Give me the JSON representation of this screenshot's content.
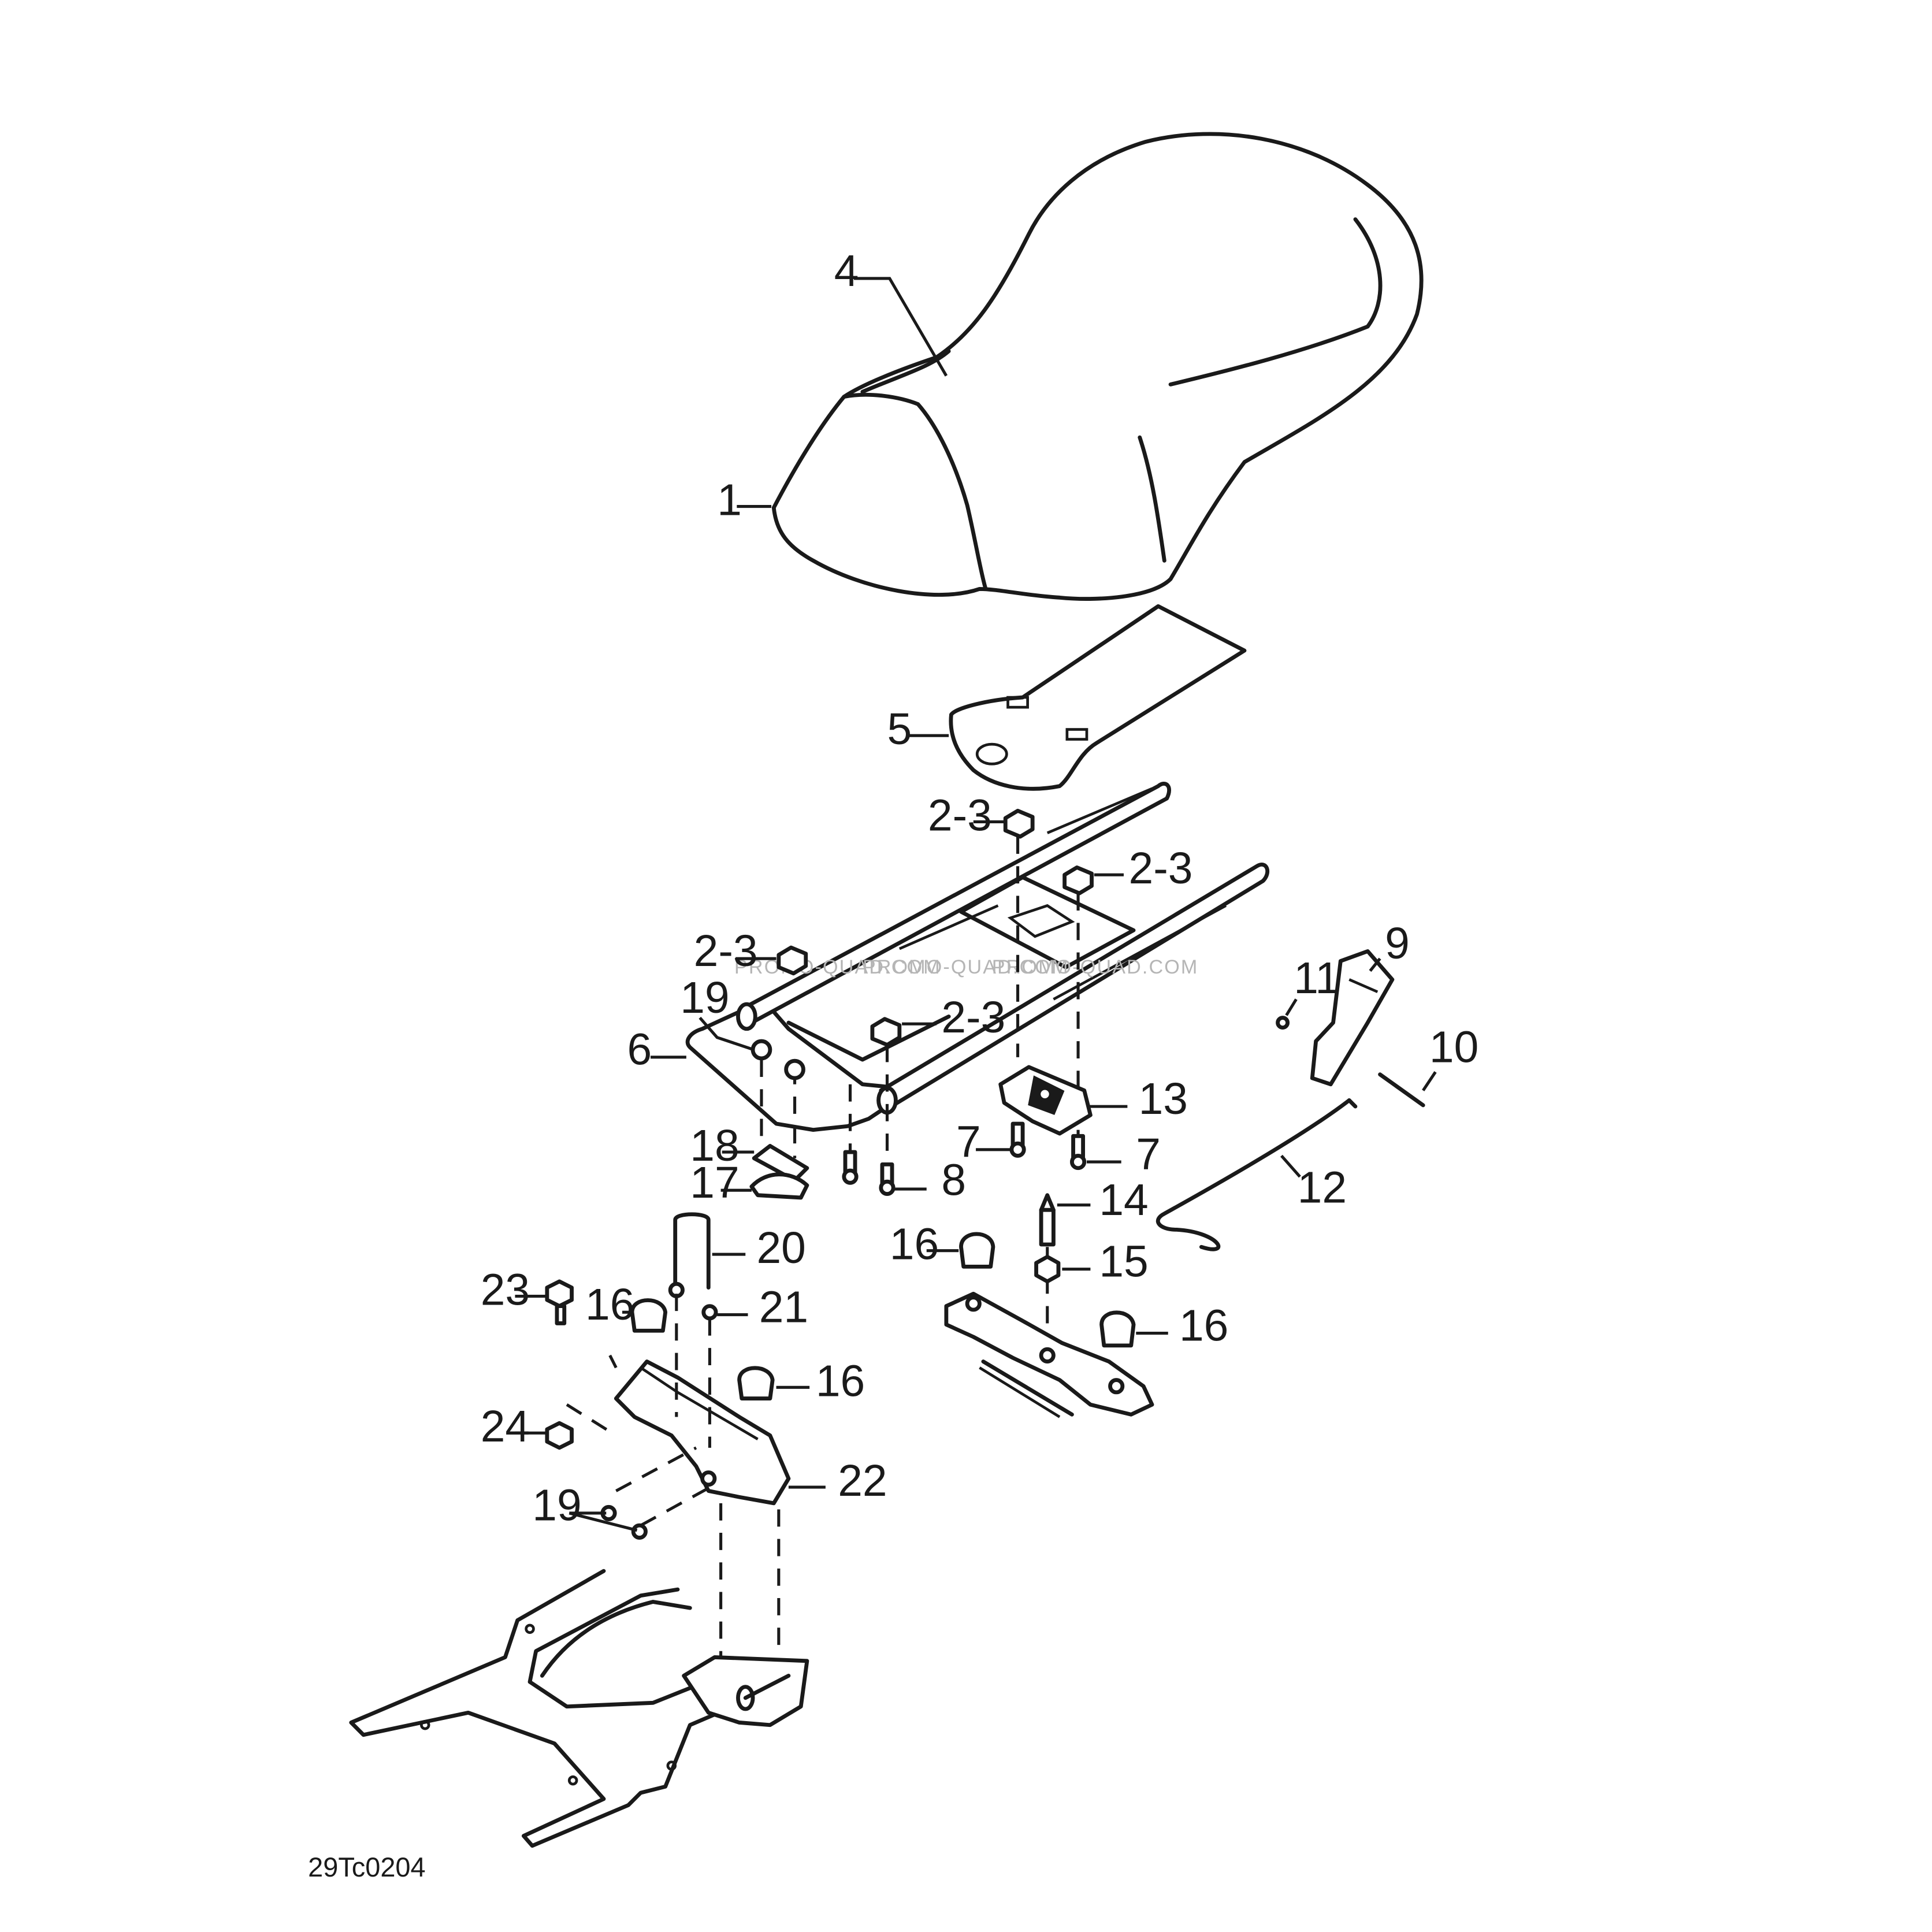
{
  "reference_code": "29Tc0204",
  "watermark": "PROMO-QUAD.COM",
  "callouts": [
    {
      "id": "c1",
      "text": "1"
    },
    {
      "id": "c4",
      "text": "4"
    },
    {
      "id": "c5",
      "text": "5"
    },
    {
      "id": "c2a",
      "text": "2-3"
    },
    {
      "id": "c2b",
      "text": "2-3"
    },
    {
      "id": "c2c",
      "text": "2-3"
    },
    {
      "id": "c2d",
      "text": "2-3"
    },
    {
      "id": "c6",
      "text": "6"
    },
    {
      "id": "c19a",
      "text": "19"
    },
    {
      "id": "c18",
      "text": "18"
    },
    {
      "id": "c17",
      "text": "17"
    },
    {
      "id": "c8",
      "text": "8"
    },
    {
      "id": "c7a",
      "text": "7"
    },
    {
      "id": "c7b",
      "text": "7"
    },
    {
      "id": "c13",
      "text": "13"
    },
    {
      "id": "c9",
      "text": "9"
    },
    {
      "id": "c11",
      "text": "11"
    },
    {
      "id": "c10",
      "text": "10"
    },
    {
      "id": "c12",
      "text": "12"
    },
    {
      "id": "c14",
      "text": "14"
    },
    {
      "id": "c15",
      "text": "15"
    },
    {
      "id": "c16a",
      "text": "16"
    },
    {
      "id": "c16b",
      "text": "16"
    },
    {
      "id": "c16c",
      "text": "16"
    },
    {
      "id": "c16d",
      "text": "16"
    },
    {
      "id": "c20",
      "text": "20"
    },
    {
      "id": "c21",
      "text": "21"
    },
    {
      "id": "c23",
      "text": "23"
    },
    {
      "id": "c24",
      "text": "24"
    },
    {
      "id": "c19b",
      "text": "19"
    },
    {
      "id": "c22",
      "text": "22"
    }
  ]
}
